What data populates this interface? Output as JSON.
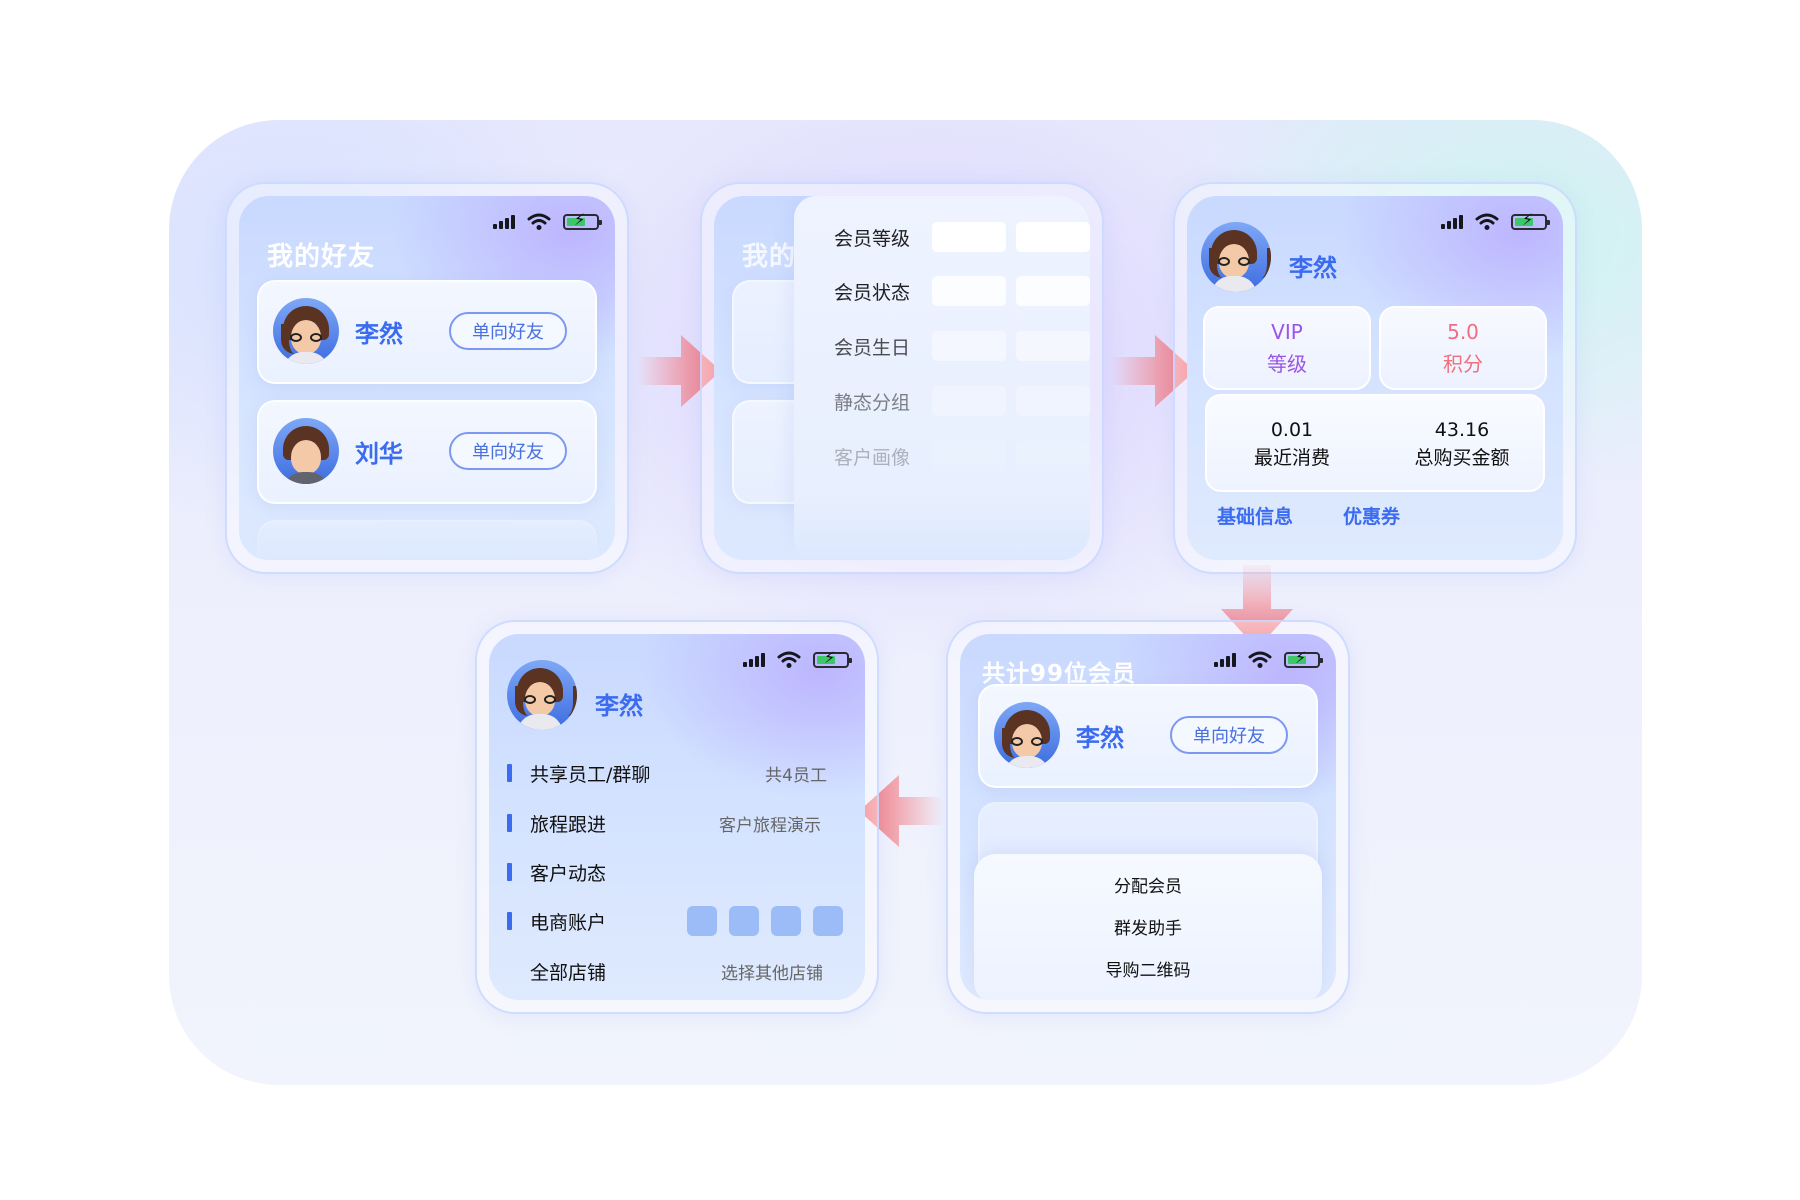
{
  "status_icons": [
    "signal-icon",
    "wifi-icon",
    "battery-charging-icon"
  ],
  "screen1": {
    "title": "我的好友",
    "friends": [
      {
        "name": "李然",
        "tag": "单向好友"
      },
      {
        "name": "刘华",
        "tag": "单向好友"
      }
    ]
  },
  "screen2": {
    "title_fragment": "我的",
    "fields": [
      {
        "label": "会员等级"
      },
      {
        "label": "会员状态"
      },
      {
        "label": "会员生日"
      },
      {
        "label": "静态分组"
      },
      {
        "label": "客户画像"
      }
    ]
  },
  "screen3": {
    "name": "李然",
    "vip_value": "VIP",
    "vip_label": "等级",
    "score_value": "5.0",
    "score_label": "积分",
    "recent_spend_value": "0.01",
    "recent_spend_label": "最近消费",
    "total_spend_value": "43.16",
    "total_spend_label": "总购买金额",
    "tab_basic": "基础信息",
    "tab_coupon": "优惠券",
    "colors": {
      "vip": "#9a55e6",
      "score": "#f06e7e",
      "accent": "#3b6cf0"
    }
  },
  "screen4": {
    "name": "李然",
    "rows": [
      {
        "label": "共享员工/群聊",
        "value": "共4员工"
      },
      {
        "label": "旅程跟进",
        "value": "客户旅程演示"
      },
      {
        "label": "客户动态",
        "value": ""
      },
      {
        "label": "电商账户",
        "value": ""
      },
      {
        "label": "全部店铺",
        "value": "选择其他店铺"
      }
    ]
  },
  "screen5": {
    "title": "共计99位会员",
    "member_name": "李然",
    "member_tag": "单向好友",
    "menu": [
      "分配会员",
      "群发助手",
      "导购二维码"
    ]
  },
  "arrow_color": "#f36f76"
}
